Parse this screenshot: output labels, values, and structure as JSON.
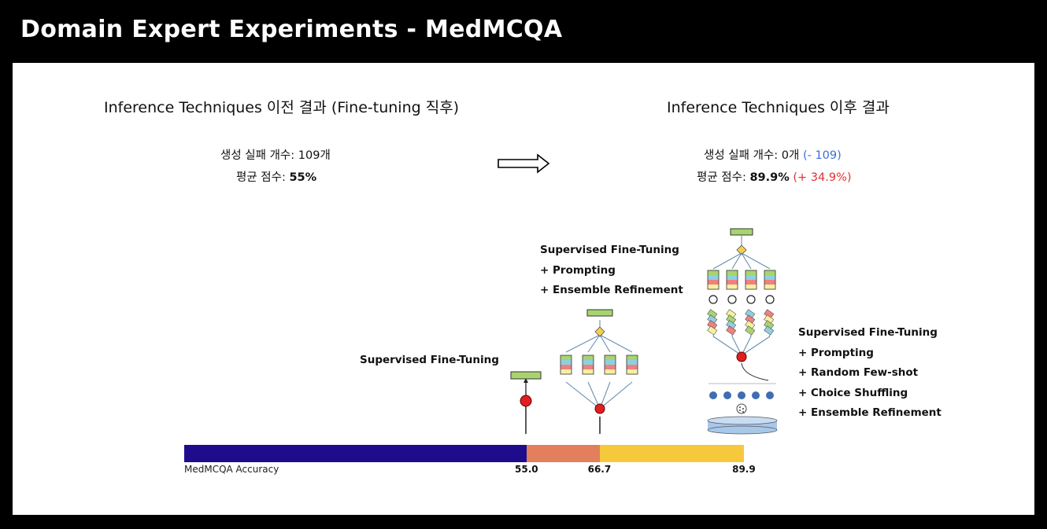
{
  "title": "Domain Expert Experiments - MedMCQA",
  "left": {
    "heading": "Inference Techniques 이전 결과 (Fine-tuning 직후)",
    "fail_label": "생성 실패 개수: ",
    "fail_value": "109개",
    "score_label": "평균 점수: ",
    "score_value": "55%"
  },
  "right": {
    "heading": "Inference Techniques 이후 결과",
    "fail_label": "생성 실패 개수: ",
    "fail_value": "0개",
    "fail_delta": "(- 109)",
    "score_label": "평균 점수: ",
    "score_value": "89.9%",
    "score_delta": "(+ 34.9%)"
  },
  "methods": {
    "sft": [
      "Supervised Fine-Tuning"
    ],
    "sft_prompt": [
      "Supervised Fine-Tuning",
      "+ Prompting",
      "+ Ensemble Refinement"
    ],
    "full": [
      "Supervised Fine-Tuning",
      "+ Prompting",
      "+ Random Few-shot",
      "+ Choice Shuffling",
      "+ Ensemble Refinement"
    ]
  },
  "chart_data": {
    "type": "bar",
    "xlabel": "MedMCQA Accuracy",
    "segments": [
      {
        "end": 55.0,
        "label": "55.0",
        "color": "#1f0c8c"
      },
      {
        "end": 66.7,
        "label": "66.7",
        "color": "#e37f5c"
      },
      {
        "end": 89.9,
        "label": "89.9",
        "color": "#f6c93c"
      }
    ]
  },
  "colors": {
    "green": "#a8d46f",
    "node_red": "#e02020",
    "gold": "#f2d050",
    "cyl": "#a8c8e8"
  }
}
